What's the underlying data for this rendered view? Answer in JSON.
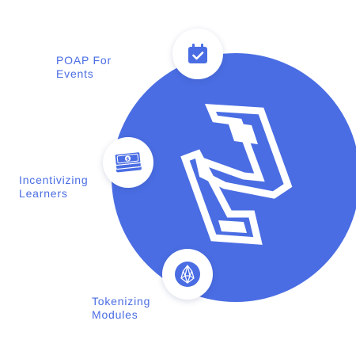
{
  "colors": {
    "accent": "#4a6de3",
    "background": "#ffffff"
  },
  "logo": {
    "icon": "n-logo-icon"
  },
  "features": [
    {
      "label": "POAP For\nEvents",
      "icon": "calendar-check-icon"
    },
    {
      "label": "Incentivizing\nLearners",
      "icon": "money-stack-icon"
    },
    {
      "label": "Tokenizing\nModules",
      "icon": "eos-token-icon"
    }
  ]
}
